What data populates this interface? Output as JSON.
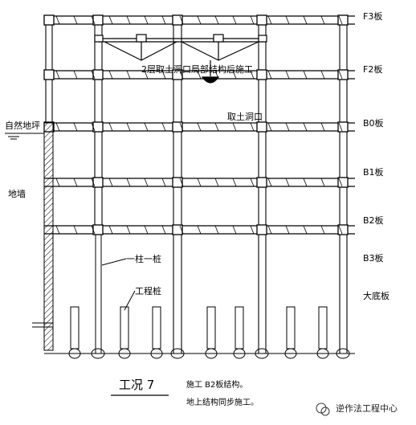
{
  "floor_labels": [
    "F3板",
    "F2板",
    "B0板",
    "B1板",
    "B2板",
    "B3板",
    "大底板"
  ],
  "labels": {
    "opening_f2": "2层取土洞口局部结构后施工",
    "opening_b0": "取土洞口",
    "natural_ground": "自然地坪",
    "diaphragm_wall": "地墙",
    "column_pile": "一柱一桩",
    "engineering_pile": "工程桩"
  },
  "caption": {
    "title": "工况 7",
    "line1": "施工 B2板结构。",
    "line2": "地上结构同步施工。"
  },
  "watermark": {
    "text": "逆作法工程中心"
  }
}
